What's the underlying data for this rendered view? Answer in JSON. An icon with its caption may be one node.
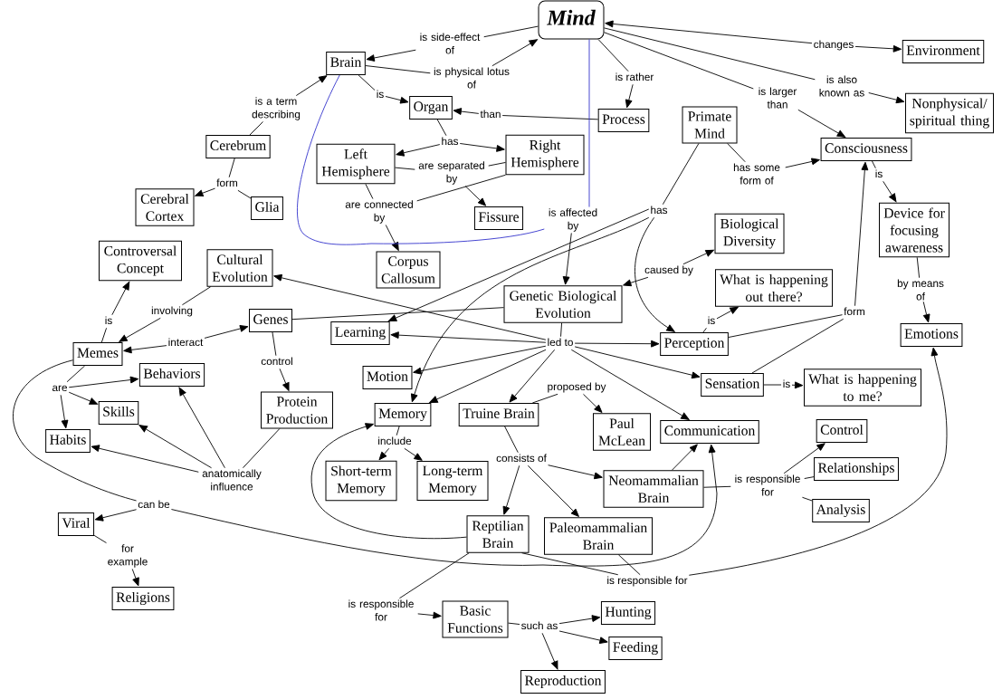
{
  "diagram": {
    "nodes": [
      {
        "text": [
          "Mind"
        ]
      },
      {
        "text": [
          "is side-effect of"
        ]
      },
      {
        "text": [
          "Environment"
        ]
      },
      {
        "text": [
          "changes"
        ]
      },
      {
        "text": [
          "Brain"
        ]
      },
      {
        "text": [
          "is physical lotus of"
        ]
      },
      {
        "text": [
          "is rather"
        ]
      },
      {
        "text": [
          "is also known as"
        ]
      },
      {
        "text": [
          "is"
        ]
      },
      {
        "text": [
          "is larger than"
        ]
      },
      {
        "text": [
          "is a term describing"
        ]
      },
      {
        "text": [
          "Organ"
        ]
      },
      {
        "text": [
          "than"
        ]
      },
      {
        "text": [
          "Process"
        ]
      },
      {
        "text": [
          "Nonphysical/ spiritual thing"
        ]
      },
      {
        "text": [
          "Primate Mind"
        ]
      },
      {
        "text": [
          "has"
        ]
      },
      {
        "text": [
          "Cerebrum"
        ]
      },
      {
        "text": [
          "Right Hemisphere"
        ]
      },
      {
        "text": [
          "Consciousness"
        ]
      },
      {
        "text": [
          "Left Hemisphere"
        ]
      },
      {
        "text": [
          "has some form of"
        ]
      },
      {
        "text": [
          "is"
        ]
      },
      {
        "text": [
          "are separated by"
        ]
      },
      {
        "text": [
          "form"
        ]
      },
      {
        "text": [
          "Cerebral Cortex"
        ]
      },
      {
        "text": [
          "Glia"
        ]
      },
      {
        "text": [
          "are connected by"
        ]
      },
      {
        "text": [
          "Fissure"
        ]
      },
      {
        "text": [
          "is affected by"
        ]
      },
      {
        "text": [
          "has"
        ]
      },
      {
        "text": [
          "Device for focusing awareness"
        ]
      },
      {
        "text": [
          "Biological Diversity"
        ]
      },
      {
        "text": [
          "Controversal Concept"
        ]
      },
      {
        "text": [
          "Cultural Evolution"
        ]
      },
      {
        "text": [
          "Corpus Callosum"
        ]
      },
      {
        "text": [
          "caused by"
        ]
      },
      {
        "text": [
          "What is happening out there?"
        ]
      },
      {
        "text": [
          "by means of"
        ]
      },
      {
        "text": [
          "Genetic Biological Evolution"
        ]
      },
      {
        "text": [
          "involving"
        ]
      },
      {
        "text": [
          "form"
        ]
      },
      {
        "text": [
          "Genes"
        ]
      },
      {
        "text": [
          "is"
        ]
      },
      {
        "text": [
          "is"
        ]
      },
      {
        "text": [
          "Learning"
        ]
      },
      {
        "text": [
          "Emotions"
        ]
      },
      {
        "text": [
          "interact"
        ]
      },
      {
        "text": [
          "led to"
        ]
      },
      {
        "text": [
          "Memes"
        ]
      },
      {
        "text": [
          "Perception"
        ]
      },
      {
        "text": [
          "control"
        ]
      },
      {
        "text": [
          "Behaviors"
        ]
      },
      {
        "text": [
          "Motion"
        ]
      },
      {
        "text": [
          "Sensation"
        ]
      },
      {
        "text": [
          "is"
        ]
      },
      {
        "text": [
          "What is happening to me?"
        ]
      },
      {
        "text": [
          "are"
        ]
      },
      {
        "text": [
          "proposed by"
        ]
      },
      {
        "text": [
          "Protein Production"
        ]
      },
      {
        "text": [
          "Skills"
        ]
      },
      {
        "text": [
          "Memory"
        ]
      },
      {
        "text": [
          "Truine Brain"
        ]
      },
      {
        "text": [
          "Paul McLean"
        ]
      },
      {
        "text": [
          "Communication"
        ]
      },
      {
        "text": [
          "Control"
        ]
      },
      {
        "text": [
          "Habits"
        ]
      },
      {
        "text": [
          "include"
        ]
      },
      {
        "text": [
          "consists of"
        ]
      },
      {
        "text": [
          "Relationships"
        ]
      },
      {
        "text": [
          "anatomically influence"
        ]
      },
      {
        "text": [
          "Short-term Memory"
        ]
      },
      {
        "text": [
          "Long-term Memory"
        ]
      },
      {
        "text": [
          "Neomammalian Brain"
        ]
      },
      {
        "text": [
          "is responsible for"
        ]
      },
      {
        "text": [
          "can be"
        ]
      },
      {
        "text": [
          "Analysis"
        ]
      },
      {
        "text": [
          "Viral"
        ]
      },
      {
        "text": [
          "Reptilian Brain"
        ]
      },
      {
        "text": [
          "Paleomammalian Brain"
        ]
      },
      {
        "text": [
          "for example"
        ]
      },
      {
        "text": [
          "is responsible for"
        ]
      },
      {
        "text": [
          "Religions"
        ]
      },
      {
        "text": [
          "is responsible for"
        ]
      },
      {
        "text": [
          "Basic Functions"
        ]
      },
      {
        "text": [
          "Hunting"
        ]
      },
      {
        "text": [
          "such as"
        ]
      },
      {
        "text": [
          "Feeding"
        ]
      },
      {
        "text": [
          "Reproduction"
        ]
      }
    ],
    "edges": [
      {
        "from": 0,
        "to": 1,
        "arrow": "none"
      },
      {
        "from": 1,
        "to": 4,
        "arrow": "to"
      },
      {
        "from": 4,
        "to": 5,
        "arrow": "none"
      },
      {
        "from": 5,
        "to": 0,
        "arrow": "to"
      },
      {
        "from": 0,
        "to": 6,
        "arrow": "none"
      },
      {
        "from": 6,
        "to": 13,
        "arrow": "to"
      },
      {
        "from": 3,
        "to": 0,
        "arrow": "to"
      },
      {
        "from": 3,
        "to": 2,
        "arrow": "to"
      },
      {
        "from": 0,
        "to": 7,
        "arrow": "none"
      },
      {
        "from": 7,
        "to": 14,
        "arrow": "to"
      },
      {
        "from": 0,
        "to": 9,
        "arrow": "none"
      },
      {
        "from": 9,
        "to": 19,
        "arrow": "to"
      },
      {
        "from": 4,
        "to": 8,
        "arrow": "none"
      },
      {
        "from": 8,
        "to": 11,
        "arrow": "to"
      },
      {
        "from": 17,
        "to": 10,
        "arrow": "none"
      },
      {
        "from": 10,
        "to": 4,
        "arrow": "to"
      },
      {
        "from": 13,
        "to": 12,
        "arrow": "none"
      },
      {
        "from": 12,
        "to": 11,
        "arrow": "to"
      },
      {
        "from": 11,
        "to": 16,
        "arrow": "none"
      },
      {
        "from": 16,
        "to": 20,
        "arrow": "to"
      },
      {
        "from": 16,
        "to": 18,
        "arrow": "to"
      },
      {
        "from": 17,
        "to": 24,
        "arrow": "none"
      },
      {
        "from": 26,
        "to": 24,
        "arrow": "none"
      },
      {
        "from": 24,
        "to": 25,
        "arrow": "to"
      },
      {
        "from": 20,
        "to": 23,
        "arrow": "none"
      },
      {
        "from": 18,
        "to": 23,
        "arrow": "none"
      },
      {
        "from": 23,
        "to": 28,
        "arrow": "to"
      },
      {
        "from": 20,
        "to": 27,
        "arrow": "none"
      },
      {
        "from": 18,
        "to": 27,
        "arrow": "none"
      },
      {
        "from": 27,
        "to": 35,
        "arrow": "to"
      },
      {
        "from": 0,
        "to": 29,
        "arrow": "none",
        "color": "#3333cc"
      },
      {
        "from": 4,
        "to": 29,
        "arrow": "none",
        "color": "#3333cc"
      },
      {
        "from": 29,
        "to": 39,
        "arrow": "to"
      },
      {
        "from": 15,
        "to": 21,
        "arrow": "none"
      },
      {
        "from": 21,
        "to": 19,
        "arrow": "to"
      },
      {
        "from": 19,
        "to": 22,
        "arrow": "none"
      },
      {
        "from": 22,
        "to": 31,
        "arrow": "to"
      },
      {
        "from": 31,
        "to": 38,
        "arrow": "none"
      },
      {
        "from": 38,
        "to": 46,
        "arrow": "to"
      },
      {
        "from": 15,
        "to": 30,
        "arrow": "none"
      },
      {
        "from": 30,
        "to": 45,
        "arrow": "to"
      },
      {
        "from": 30,
        "to": 61,
        "arrow": "to"
      },
      {
        "from": 30,
        "to": 50,
        "arrow": "to"
      },
      {
        "from": 36,
        "to": 39,
        "arrow": "to"
      },
      {
        "from": 36,
        "to": 32,
        "arrow": "to"
      },
      {
        "from": 39,
        "to": 42,
        "arrow": "none"
      },
      {
        "from": 39,
        "to": 48,
        "arrow": "none"
      },
      {
        "from": 48,
        "to": 34,
        "arrow": "to"
      },
      {
        "from": 48,
        "to": 45,
        "arrow": "to"
      },
      {
        "from": 48,
        "to": 53,
        "arrow": "to"
      },
      {
        "from": 48,
        "to": 61,
        "arrow": "to"
      },
      {
        "from": 48,
        "to": 62,
        "arrow": "to"
      },
      {
        "from": 48,
        "to": 50,
        "arrow": "to"
      },
      {
        "from": 48,
        "to": 54,
        "arrow": "to"
      },
      {
        "from": 48,
        "to": 64,
        "arrow": "to"
      },
      {
        "from": 50,
        "to": 44,
        "arrow": "none"
      },
      {
        "from": 44,
        "to": 37,
        "arrow": "to"
      },
      {
        "from": 50,
        "to": 41,
        "arrow": "none"
      },
      {
        "from": 54,
        "to": 41,
        "arrow": "none"
      },
      {
        "from": 41,
        "to": 19,
        "arrow": "to"
      },
      {
        "from": 54,
        "to": 55,
        "arrow": "none"
      },
      {
        "from": 55,
        "to": 56,
        "arrow": "to"
      },
      {
        "from": 62,
        "to": 58,
        "arrow": "none"
      },
      {
        "from": 58,
        "to": 63,
        "arrow": "to"
      },
      {
        "from": 62,
        "to": 68,
        "arrow": "none"
      },
      {
        "from": 68,
        "to": 78,
        "arrow": "to"
      },
      {
        "from": 68,
        "to": 79,
        "arrow": "to"
      },
      {
        "from": 68,
        "to": 73,
        "arrow": "to"
      },
      {
        "from": 73,
        "to": 64,
        "arrow": "to"
      },
      {
        "from": 73,
        "to": 74,
        "arrow": "none"
      },
      {
        "from": 74,
        "to": 65,
        "arrow": "to"
      },
      {
        "from": 74,
        "to": 69,
        "arrow": "none"
      },
      {
        "from": 74,
        "to": 76,
        "arrow": "none"
      },
      {
        "from": 78,
        "to": 81,
        "arrow": "none"
      },
      {
        "from": 79,
        "to": 81,
        "arrow": "none"
      },
      {
        "from": 81,
        "to": 46,
        "arrow": "to"
      },
      {
        "from": 49,
        "to": 43,
        "arrow": "none"
      },
      {
        "from": 43,
        "to": 33,
        "arrow": "to"
      },
      {
        "from": 34,
        "to": 40,
        "arrow": "none"
      },
      {
        "from": 40,
        "to": 49,
        "arrow": "to"
      },
      {
        "from": 47,
        "to": 49,
        "arrow": "to"
      },
      {
        "from": 47,
        "to": 42,
        "arrow": "to"
      },
      {
        "from": 42,
        "to": 51,
        "arrow": "none"
      },
      {
        "from": 51,
        "to": 59,
        "arrow": "to"
      },
      {
        "from": 49,
        "to": 57,
        "arrow": "none"
      },
      {
        "from": 57,
        "to": 52,
        "arrow": "to"
      },
      {
        "from": 57,
        "to": 60,
        "arrow": "to"
      },
      {
        "from": 57,
        "to": 66,
        "arrow": "to"
      },
      {
        "from": 59,
        "to": 70,
        "arrow": "none"
      },
      {
        "from": 70,
        "to": 52,
        "arrow": "to"
      },
      {
        "from": 70,
        "to": 60,
        "arrow": "to"
      },
      {
        "from": 70,
        "to": 66,
        "arrow": "to"
      },
      {
        "from": 49,
        "to": 75,
        "arrow": "none"
      },
      {
        "from": 75,
        "to": 77,
        "arrow": "to"
      },
      {
        "from": 75,
        "to": 64,
        "arrow": "to"
      },
      {
        "from": 77,
        "to": 80,
        "arrow": "none"
      },
      {
        "from": 80,
        "to": 82,
        "arrow": "to"
      },
      {
        "from": 61,
        "to": 67,
        "arrow": "none"
      },
      {
        "from": 67,
        "to": 71,
        "arrow": "to"
      },
      {
        "from": 67,
        "to": 72,
        "arrow": "to"
      },
      {
        "from": 78,
        "to": 83,
        "arrow": "none"
      },
      {
        "from": 83,
        "to": 84,
        "arrow": "to"
      },
      {
        "from": 84,
        "to": 86,
        "arrow": "none"
      },
      {
        "from": 86,
        "to": 85,
        "arrow": "to"
      },
      {
        "from": 86,
        "to": 87,
        "arrow": "to"
      },
      {
        "from": 86,
        "to": 88,
        "arrow": "to"
      },
      {
        "from": 78,
        "to": 61,
        "arrow": "to"
      }
    ]
  }
}
